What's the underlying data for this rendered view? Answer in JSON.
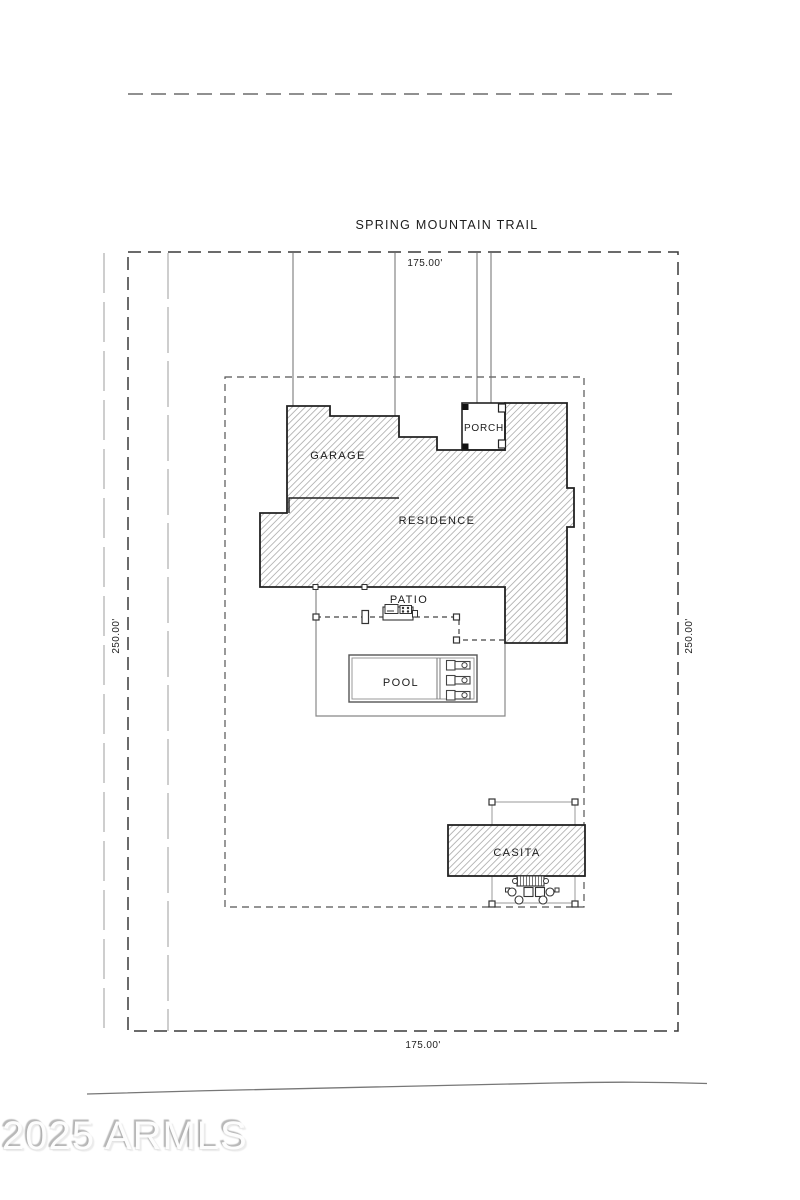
{
  "drawing": {
    "type": "residential site plan",
    "street_name": "SPRING MOUNTAIN TRAIL",
    "watermark": "2025 ARMLS"
  },
  "dimensions": {
    "front_width": "175.00'",
    "rear_width": "175.00'",
    "west_depth": "250.00'",
    "east_depth": "250.00'"
  },
  "labels": {
    "garage": "GARAGE",
    "porch": "PORCH",
    "residence": "RESIDENCE",
    "patio": "PATIO",
    "pool": "POOL",
    "casita": "CASITA"
  },
  "colors": {
    "background": "#ffffff",
    "line_dark": "#222222",
    "boundary_dash": "#3a3a3a",
    "line_medium": "#666666",
    "easement_gray": "#adadad",
    "hatch_gray": "#b5b5b5",
    "watermark_gray": "#c9c9c9"
  }
}
